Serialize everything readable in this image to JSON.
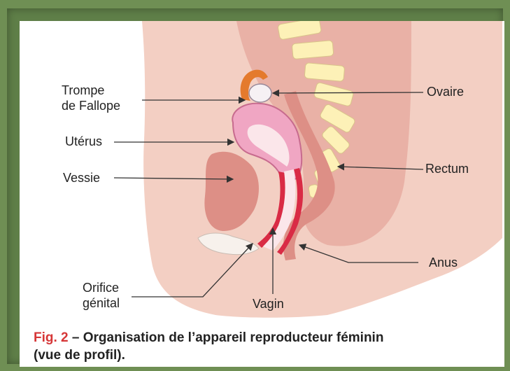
{
  "labels": {
    "trompe": "Trompe\nde Fallope",
    "uterus": "Utérus",
    "vessie": "Vessie",
    "orifice": "Orifice\ngénital",
    "ovaire": "Ovaire",
    "rectum": "Rectum",
    "anus": "Anus",
    "vagin": "Vagin"
  },
  "caption": {
    "figure": "Fig. 2",
    "text": " – Organisation de l’appareil reproducteur féminin",
    "text2": "(vue de profil)."
  },
  "colors": {
    "skin": "#f3cfc3",
    "tissue": "#e9b1a6",
    "organ": "#dd8f86",
    "uterus": "#f0a6c3",
    "vagina": "#d92b45",
    "spine": "#fdf1b7",
    "tube": "#e47a2d",
    "caption_red": "#d63637"
  }
}
